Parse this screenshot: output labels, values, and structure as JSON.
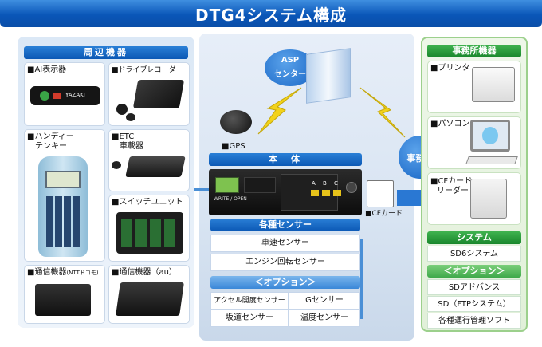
{
  "title": "DTG4システム構成",
  "peripheral": {
    "header": "周辺機器",
    "ai_display": "■AI表示器",
    "ai_display_brand": "YAZAKI",
    "drive_recorder": "■ドライブレコーダー",
    "handy_keypad_l1": "■ハンディー",
    "handy_keypad_l2": "テンキー",
    "etc_l1": "■ETC",
    "etc_l2": "車載器",
    "switch_unit": "■スイッチユニット",
    "comm_docomo": "■通信機器",
    "comm_docomo_sub": "(NTTドコモ)",
    "comm_au": "■通信機器（au）"
  },
  "asp": {
    "l1": "ASP",
    "l2": "センター"
  },
  "gps": "■GPS",
  "main_unit": {
    "header": "本　体",
    "cf_label": "■CFカード",
    "button_label": "WRITE / OPEN",
    "keys": [
      "A",
      "B",
      "C"
    ]
  },
  "sensors": {
    "header": "各種センサー",
    "items": [
      "車速センサー",
      "エンジン回転センサー"
    ]
  },
  "options_left": {
    "header": "＜オプション＞",
    "items": [
      "アクセル開度センサー",
      "Gセンサー",
      "坂道センサー",
      "温度センサー"
    ]
  },
  "office_badge": "事務所",
  "office": {
    "header": "事務所機器",
    "printer": "■プリンタ",
    "pc": "■パソコン",
    "cf_reader_l1": "■CFカード",
    "cf_reader_l2": "リーダー"
  },
  "system": {
    "header": "システム",
    "items": [
      "SD6システム"
    ]
  },
  "options_right": {
    "header": "＜オプション＞",
    "items": [
      "SDアドバンス",
      "SD（FTPシステム）",
      "各種運行管理ソフト"
    ]
  },
  "colors": {
    "blue_band": "#0b58b5",
    "green_band": "#19862c",
    "panel_blue": "#dbe8f6",
    "panel_green": "#e9f4e3",
    "lightning": "#f2d21a"
  }
}
